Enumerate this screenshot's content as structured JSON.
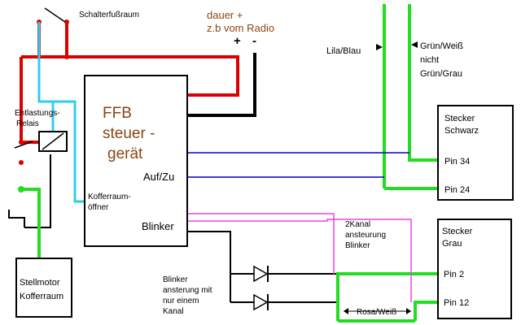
{
  "labels": {
    "schalter": "Schalterfußraum",
    "dauer_line1": "dauer +",
    "dauer_line2": "z.b vom Radio",
    "plus": "+",
    "minus": "-",
    "lila_blau": "Lila/Blau",
    "gruen_weiss_line1": "Grün/Weiß",
    "gruen_weiss_line2": "nicht",
    "gruen_weiss_line3": "Grün/Grau",
    "relais_line1": "Entlastungs-",
    "relais_line2": "Relais",
    "ffb_line1": "FFB",
    "ffb_line2": "steuer -",
    "ffb_line3": "gerät",
    "auf_zu": "Auf/Zu",
    "kofferraum_line1": "Kofferraum-",
    "kofferraum_line2": "öffner",
    "blinker": "Blinker",
    "stecker_schwarz_line1": "Stecker",
    "stecker_schwarz_line2": "Schwarz",
    "pin34": "Pin  34",
    "pin24": "Pin  24",
    "zweikanal_line1": "2Kanal",
    "zweikanal_line2": "ansteurung",
    "zweikanal_line3": "Blinker",
    "stecker_grau_line1": "Stecker",
    "stecker_grau_line2": "Grau",
    "pin2": "Pin  2",
    "pin12": "Pin  12",
    "einkanal_line1": "Blinker",
    "einkanal_line2": "ansterung mit",
    "einkanal_line3": "nur einem",
    "einkanal_line4": "Kanal",
    "rosa_weiss": "Rosa/Weiß",
    "stellmotor_line1": "Stellmotor",
    "stellmotor_line2": "Kofferraum"
  },
  "colors": {
    "red_wire": "#dd0000",
    "black_wire": "#000000",
    "cyan_wire": "#33ccee",
    "green_wire": "#22dd22",
    "blue_wire": "#0000cc",
    "magenta_wire": "#ee44dd",
    "brown_text": "#8b4513"
  }
}
